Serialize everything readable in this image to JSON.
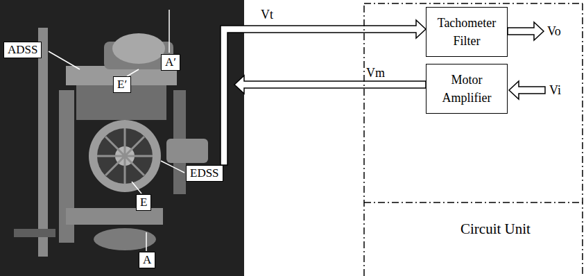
{
  "diagram": {
    "nodes": [
      {
        "text": [
          "ADSS"
        ]
      },
      {
        "text": [
          "A′"
        ]
      },
      {
        "text": [
          "E′"
        ]
      },
      {
        "text": [
          "EDSS"
        ]
      },
      {
        "text": [
          "E"
        ]
      },
      {
        "text": [
          "A"
        ]
      },
      {
        "text": [
          "Circuit Unit"
        ]
      },
      {
        "text": [
          "Tachometer Filter"
        ],
        "in": 6
      },
      {
        "text": [
          "Motor Amplifier"
        ],
        "in": 6
      }
    ],
    "labels": [
      "Vt",
      "Vo",
      "Vm",
      "Vi"
    ]
  }
}
